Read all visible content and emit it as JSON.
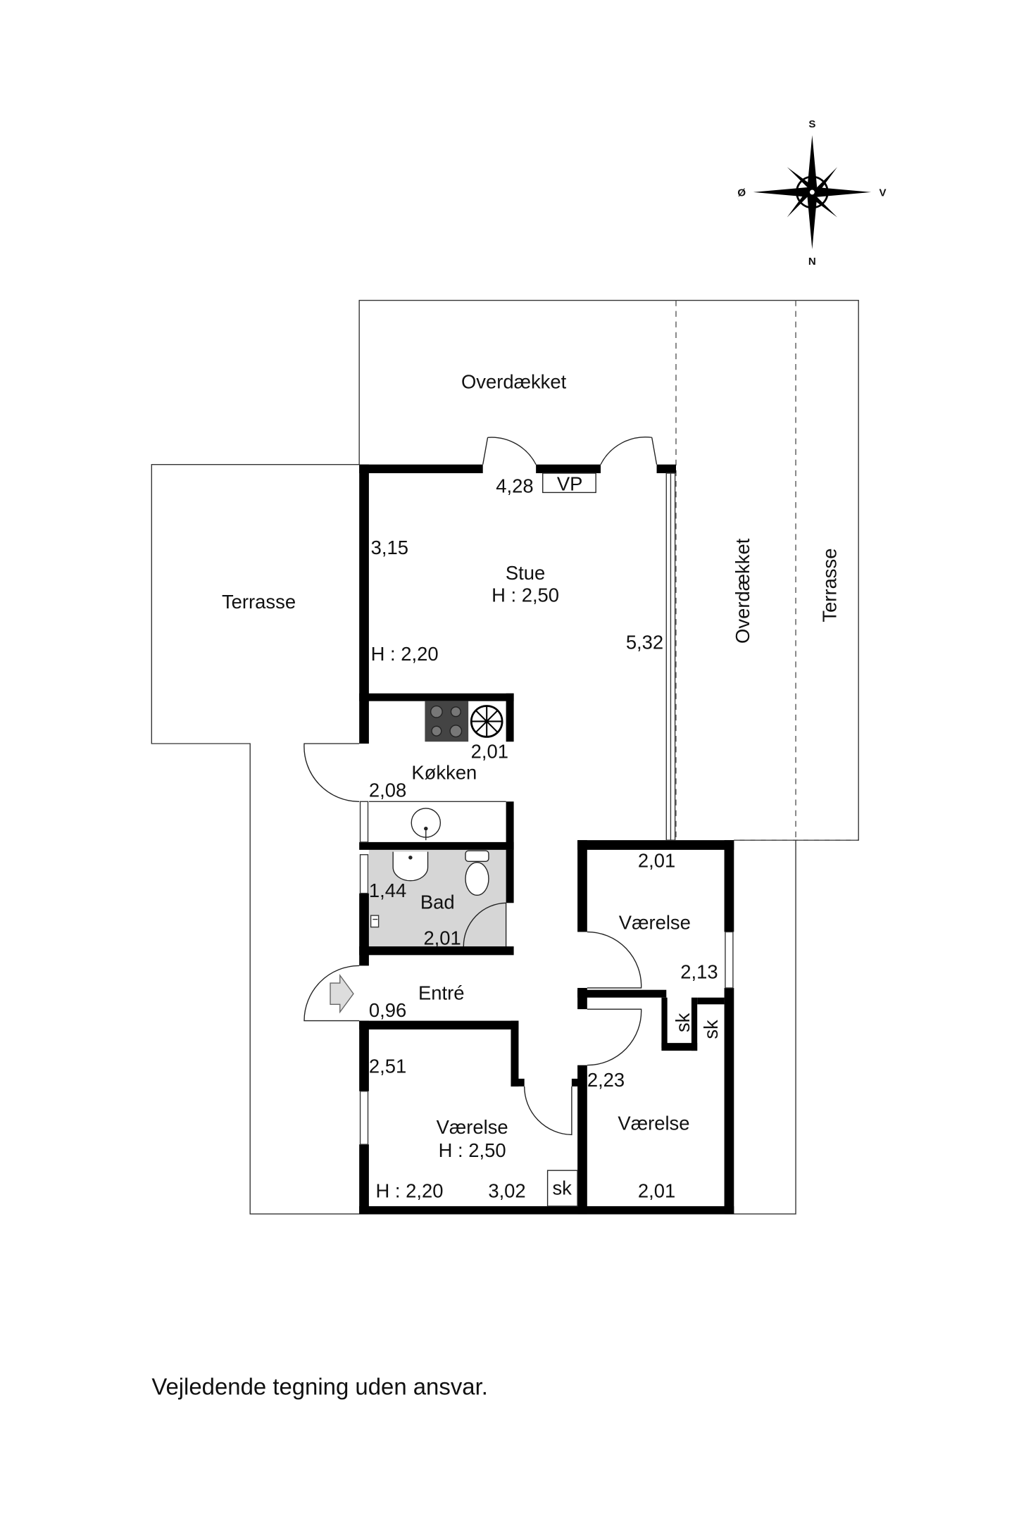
{
  "compass": {
    "north": "N",
    "south": "S",
    "east": "Ø",
    "west": "V"
  },
  "areas": {
    "covered_top": "Overdækket",
    "covered_right": "Overdækket",
    "terrace_left": "Terrasse",
    "terrace_right": "Terrasse"
  },
  "rooms": {
    "living": {
      "name": "Stue",
      "height": "H : 2,50",
      "dim_top": "4,28",
      "dim_left": "3,15",
      "dim_right": "5,32",
      "height_low": "H : 2,20",
      "vp": "VP"
    },
    "kitchen": {
      "name": "Køkken",
      "dim_a": "2,01",
      "dim_b": "2,08"
    },
    "bath": {
      "name": "Bad",
      "dim_a": "1,44",
      "dim_b": "2,01"
    },
    "entry": {
      "name": "Entré",
      "dim": "0,96"
    },
    "bedroom_1": {
      "name": "Værelse",
      "dim_a": "2,01",
      "dim_b": "2,13",
      "closet_a": "sk",
      "closet_b": "sk"
    },
    "bedroom_2": {
      "name": "Værelse",
      "height": "H : 2,50",
      "dim_a": "2,51",
      "dim_b": "3,02",
      "height_low": "H : 2,20",
      "closet": "sk"
    },
    "bedroom_3": {
      "name": "Værelse",
      "dim_a": "2,23",
      "dim_b": "2,01"
    }
  },
  "disclaimer": "Vejledende tegning uden ansvar."
}
